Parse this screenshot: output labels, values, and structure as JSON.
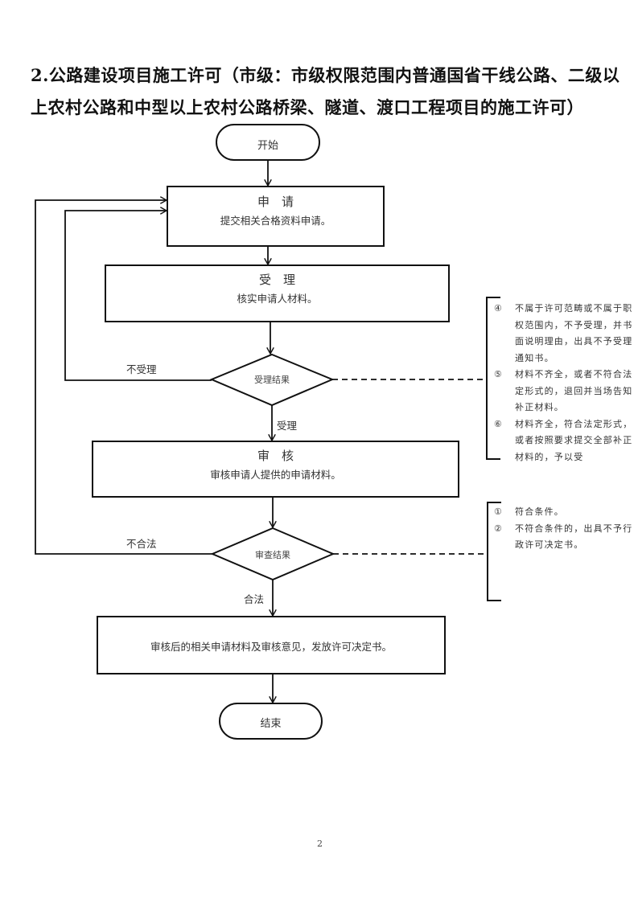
{
  "heading": {
    "line1": "2.公路建设项目施工许可（市级：市级权限范围内普通国省干线公路、二级以",
    "line2": "上农村公路和中型以上农村公路桥梁、隧道、渡口工程项目的施工许可）"
  },
  "flow": {
    "start": "开始",
    "apply": {
      "title": "申　请",
      "body": "提交相关合格资料申请。"
    },
    "accept": {
      "title": "受　理",
      "body": "核实申请人材料。"
    },
    "accept_decision": "受理结果",
    "reject_label": "不受理",
    "accepted_label": "受理",
    "review": {
      "title": "审　核",
      "body": "审核申请人提供的申请材料。"
    },
    "review_decision": "审查结果",
    "illegal_label": "不合法",
    "legal_label": "合法",
    "issue": {
      "body": "审核后的相关申请材料及审核意见，发放许可决定书。"
    },
    "end": "结束"
  },
  "notes": {
    "accept_notes": [
      {
        "num": "④",
        "text": "不属于许可范畴或不属于职权范围内，不予受理，并书面说明理由，出具不予受理通知书。"
      },
      {
        "num": "⑤",
        "text": "材料不齐全，或者不符合法定形式的，退回并当场告知补正材料。"
      },
      {
        "num": "⑥",
        "text": "材料齐全，符合法定形式，或者按照要求提交全部补正材料的，予以受"
      }
    ],
    "review_notes": [
      {
        "num": "①",
        "text": "符合条件。"
      },
      {
        "num": "②",
        "text": "不符合条件的，出具不予行政许可决定书。"
      }
    ]
  },
  "page_number": "2"
}
